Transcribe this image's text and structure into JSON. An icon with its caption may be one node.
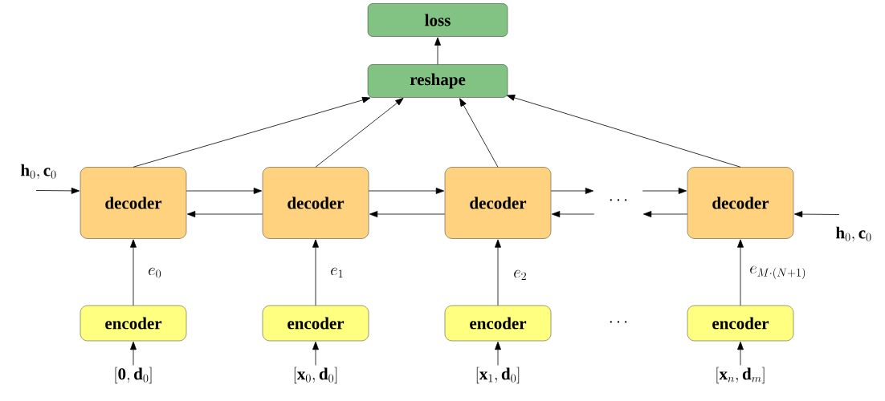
{
  "diagram": {
    "nodes": [
      {
        "text": [
          "loss"
        ]
      },
      {
        "text": [
          "reshape"
        ]
      },
      {
        "text": [
          "decoder"
        ]
      },
      {
        "text": [
          "decoder"
        ]
      },
      {
        "text": [
          "decoder"
        ]
      },
      {
        "text": [
          "\\cdots"
        ]
      },
      {
        "text": [
          "decoder"
        ]
      },
      {
        "text": [
          "encoder"
        ]
      },
      {
        "text": [
          "encoder"
        ]
      },
      {
        "text": [
          "encoder"
        ]
      },
      {
        "text": [
          "encoder"
        ]
      },
      {
        "text": [
          "[\\mathbf{0}, \\mathbf{d}_0]"
        ]
      },
      {
        "text": [
          "[\\mathbf{x}_0, \\mathbf{d}_0]"
        ]
      },
      {
        "text": [
          "[\\mathbf{x}_1, \\mathbf{d}_0]"
        ]
      },
      {
        "text": [
          "[\\mathbf{x}_n, \\mathbf{d}_m]"
        ]
      },
      {
        "text": [
          "\\mathbf{h}_0, \\mathbf{c}_0"
        ]
      },
      {
        "text": [
          "\\mathbf{h}_0, \\mathbf{c}_0"
        ]
      }
    ],
    "edges": [
      {
        "from": 1,
        "to": 0,
        "arrow": "to"
      },
      {
        "from": 2,
        "to": 1,
        "arrow": "to"
      },
      {
        "from": 3,
        "to": 1,
        "arrow": "to"
      },
      {
        "from": 4,
        "to": 1,
        "arrow": "to"
      },
      {
        "from": 6,
        "to": 1,
        "arrow": "to"
      },
      {
        "from": 2,
        "to": 3,
        "arrow": "to"
      },
      {
        "from": 3,
        "to": 2,
        "arrow": "to"
      },
      {
        "from": 3,
        "to": 4,
        "arrow": "to"
      },
      {
        "from": 4,
        "to": 3,
        "arrow": "to"
      },
      {
        "from": 4,
        "to": 5,
        "arrow": "to"
      },
      {
        "from": 5,
        "to": 4,
        "arrow": "to"
      },
      {
        "from": 5,
        "to": 6,
        "arrow": "to"
      },
      {
        "from": 6,
        "to": 5,
        "arrow": "to"
      },
      {
        "from": 7,
        "to": 2,
        "arrow": "to",
        "label": "e_0"
      },
      {
        "from": 8,
        "to": 3,
        "arrow": "to",
        "label": "e_1"
      },
      {
        "from": 9,
        "to": 4,
        "arrow": "to",
        "label": "e_2"
      },
      {
        "from": 10,
        "to": 6,
        "arrow": "to",
        "label": "e_{M\\cdot(N+1)}"
      },
      {
        "from": 11,
        "to": 7,
        "arrow": "to"
      },
      {
        "from": 12,
        "to": 8,
        "arrow": "to"
      },
      {
        "from": 13,
        "to": 9,
        "arrow": "to"
      },
      {
        "from": 14,
        "to": 10,
        "arrow": "to"
      },
      {
        "from": 15,
        "to": 2,
        "arrow": "to"
      },
      {
        "from": 16,
        "to": 6,
        "arrow": "to"
      }
    ],
    "labels": [
      "\\cdots"
    ]
  }
}
